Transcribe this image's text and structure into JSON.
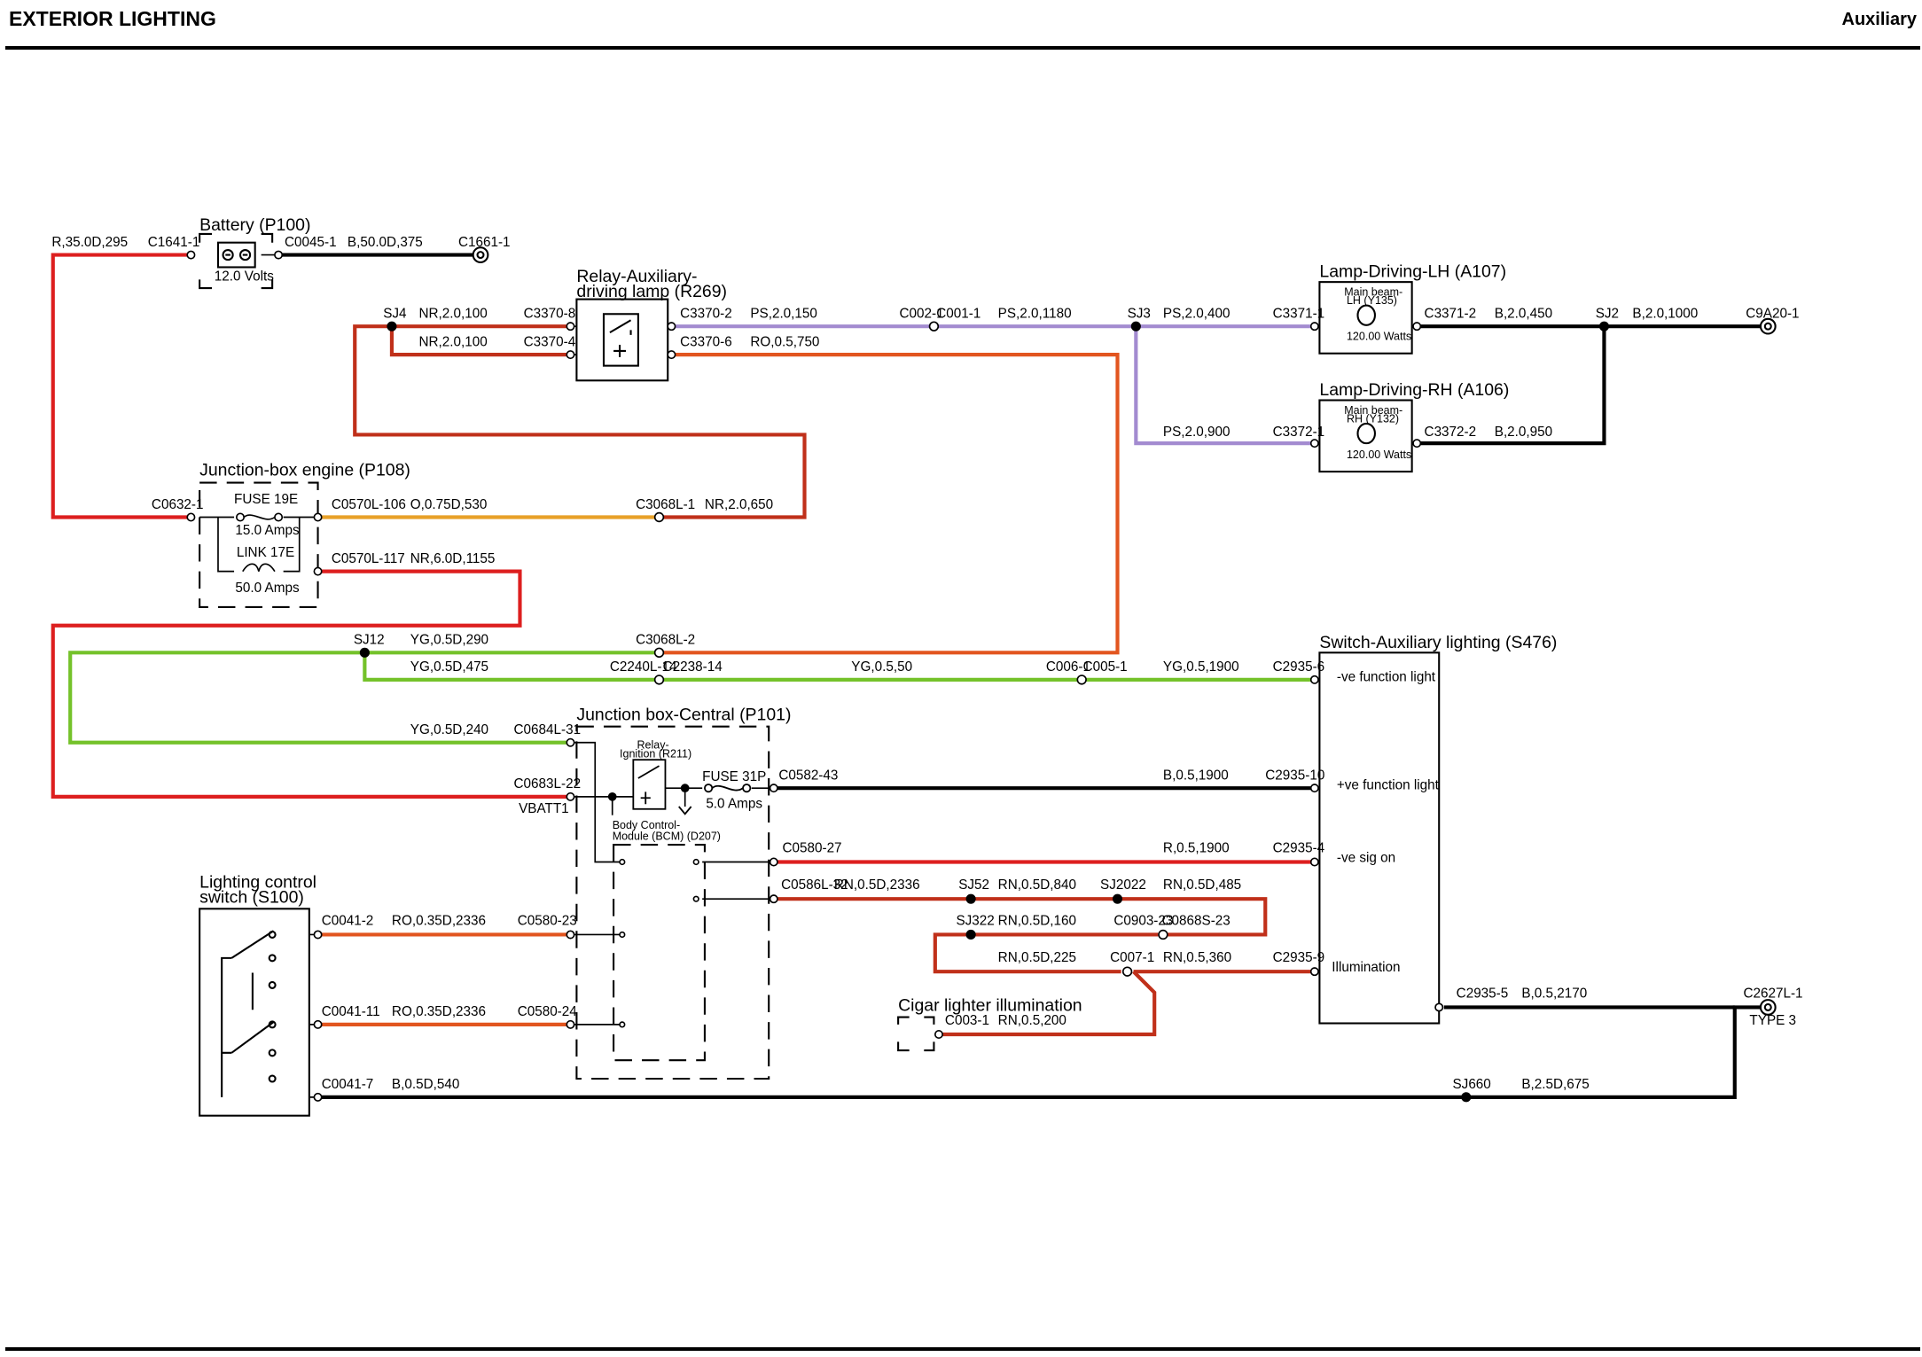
{
  "header": {
    "title": "EXTERIOR LIGHTING",
    "section": "Auxiliary"
  },
  "colors": {
    "red": "#dd1f1f",
    "dark_red": "#c0301a",
    "orange": "#e8a028",
    "orange_red": "#e2551f",
    "purple": "#a38bd0",
    "green": "#74c22a",
    "black": "#000000"
  },
  "components": {
    "battery": "Battery (P100)",
    "battery_volts": "12.0 Volts",
    "relay_aux": "Relay-Auxiliary-",
    "relay_aux_2": "driving lamp (R269)",
    "lamp_lh": "Lamp-Driving-LH (A107)",
    "lamp_lh_inner_1": "Main beam-",
    "lamp_lh_inner_2": "LH (Y135)",
    "lamp_lh_watts": "120.00 Watts",
    "lamp_rh": "Lamp-Driving-RH (A106)",
    "lamp_rh_inner_1": "Main beam-",
    "lamp_rh_inner_2": "RH (Y132)",
    "lamp_rh_watts": "120.00 Watts",
    "jbox_engine": "Junction-box engine (P108)",
    "fuse_19e": "FUSE 19E",
    "fuse_19e_amps": "15.0 Amps",
    "link_17e": "LINK 17E",
    "link_17e_amps": "50.0 Amps",
    "switch_aux": "Switch-Auxiliary lighting (S476)",
    "switch_aux_p1": "-ve function light",
    "switch_aux_p2": "+ve function light",
    "switch_aux_p3": "-ve sig on",
    "switch_aux_p4": "Illumination",
    "jbox_central": "Junction box-Central (P101)",
    "relay_ign_1": "Relay-",
    "relay_ign_2": "Ignition (R211)",
    "fuse_31p": "FUSE 31P",
    "fuse_31p_amps": "5.0 Amps",
    "bcm_1": "Body Control-",
    "bcm_2": "Module (BCM) (D207)",
    "lcs_1": "Lighting control",
    "lcs_2": "switch (S100)",
    "cigar": "Cigar lighter illumination",
    "vbatt": "VBATT1",
    "type3": "TYPE 3"
  },
  "labels": {
    "w_r35": "R,35.0D,295",
    "c1641": "C1641-1",
    "c0045": "C0045-1",
    "w_b50": "B,50.0D,375",
    "c1661": "C1661-1",
    "sj4": "SJ4",
    "w_nr100a": "NR,2.0,100",
    "c3370_8": "C3370-8",
    "w_nr100b": "NR,2.0,100",
    "c3370_4": "C3370-4",
    "c3370_2": "C3370-2",
    "w_ps150": "PS,2.0,150",
    "c002": "C002-1",
    "c001": "C001-1",
    "w_ps1180": "PS,2.0,1180",
    "sj3": "SJ3",
    "w_ps400": "PS,2.0,400",
    "c3371_1": "C3371-1",
    "c3371_2": "C3371-2",
    "w_b450": "B,2.0,450",
    "sj2": "SJ2",
    "w_b1000": "B,2.0,1000",
    "c9a20": "C9A20-1",
    "c3370_6": "C3370-6",
    "w_ro750": "RO,0.5,750",
    "w_ps900": "PS,2.0,900",
    "c3372_1": "C3372-1",
    "c3372_2": "C3372-2",
    "w_b950": "B,2.0,950",
    "c0632": "C0632-1",
    "c0570_106": "C0570L-106",
    "w_o530": "O,0.75D,530",
    "c3068_1": "C3068L-1",
    "w_nr650": "NR,2.0,650",
    "c0570_117": "C0570L-117",
    "w_nr1155": "NR,6.0D,1155",
    "sj12": "SJ12",
    "w_yg290": "YG,0.5D,290",
    "c3068_2": "C3068L-2",
    "w_yg475": "YG,0.5D,475",
    "c2240": "C2240L-14",
    "c2238": "C2238-14",
    "w_yg50": "YG,0.5,50",
    "c006": "C006-1",
    "c005": "C005-1",
    "w_yg1900": "YG,0.5,1900",
    "c2935_6": "C2935-6",
    "w_yg240": "YG,0.5D,240",
    "c0684": "C0684L-31",
    "c0683": "C0683L-22",
    "c0582": "C0582-43",
    "w_b1900": "B,0.5,1900",
    "c2935_10": "C2935-10",
    "c0580_27": "C0580-27",
    "w_r1900": "R,0.5,1900",
    "c2935_4": "C2935-4",
    "c0586": "C0586L-32",
    "w_rn2336": "RN,0.5D,2336",
    "sj52": "SJ52",
    "w_rn840": "RN,0.5D,840",
    "sj2022": "SJ2022",
    "w_rn485": "RN,0.5D,485",
    "c0041_2": "C0041-2",
    "w_ro2336a": "RO,0.35D,2336",
    "c0580_23": "C0580-23",
    "sj322": "SJ322",
    "w_rn160": "RN,0.5D,160",
    "c0903": "C0903-23",
    "c0868": "C0868S-23",
    "w_rn225": "RN,0.5D,225",
    "c007": "C007-1",
    "w_rn360": "RN,0.5,360",
    "c2935_9": "C2935-9",
    "c2935_5": "C2935-5",
    "w_b2170": "B,0.5,2170",
    "c2627": "C2627L-1",
    "c0041_11": "C0041-11",
    "w_ro2336b": "RO,0.35D,2336",
    "c0580_24": "C0580-24",
    "c003": "C003-1",
    "w_rn200": "RN,0.5,200",
    "c0041_7": "C0041-7",
    "w_b540": "B,0.5D,540",
    "sj660": "SJ660",
    "w_b675": "B,2.5D,675"
  }
}
